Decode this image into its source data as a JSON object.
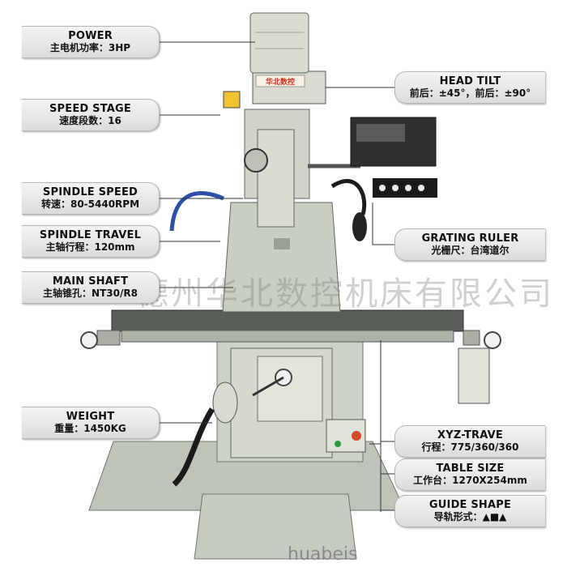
{
  "brand_plate": "华北数控",
  "callouts": {
    "power": {
      "title": "POWER",
      "sub": "主电机功率：3HP"
    },
    "speed_stage": {
      "title": "SPEED STAGE",
      "sub": "速度段数：16"
    },
    "spindle_speed": {
      "title": "SPINDLE SPEED",
      "sub": "转速：80-5440RPM"
    },
    "spindle_travel": {
      "title": "SPINDLE TRAVEL",
      "sub": "主轴行程：120mm"
    },
    "main_shaft": {
      "title": "MAIN SHAFT",
      "sub": "主轴锥孔：NT30/R8"
    },
    "weight": {
      "title": "WEIGHT",
      "sub": "重量：1450KG"
    },
    "head_tilt": {
      "title": "HEAD TILT",
      "sub": "前后：±45°，前后：±90°"
    },
    "grating_ruler": {
      "title": "GRATING RULER",
      "sub": "光栅尺：台湾道尔"
    },
    "xyz_trave": {
      "title": "XYZ-TRAVE",
      "sub": "行程：775/360/360"
    },
    "table_size": {
      "title": "TABLE SIZE",
      "sub": "工作台：1270X254mm"
    },
    "guide_shape": {
      "title": "GUIDE SHAPE",
      "sub": "导轨形式：▲■▲"
    }
  },
  "watermark": "德州华北数控机床有限公司",
  "footer_text": "huabeis",
  "colors": {
    "machine_body": "#c9cec3",
    "machine_dark": "#9aa096",
    "callout_bg": "#e6e6e6"
  }
}
